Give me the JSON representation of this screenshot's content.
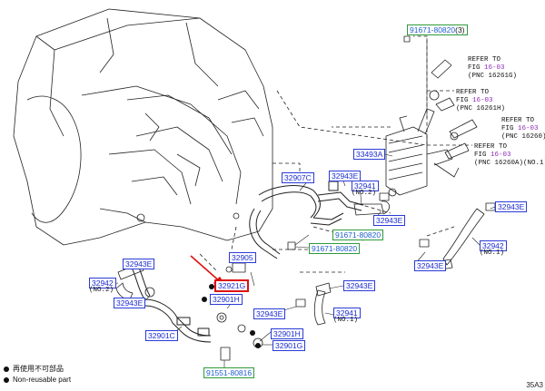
{
  "labels": {
    "p91671_80820_top": "91671-80820",
    "p91671_80820_top_suffix": "(3)",
    "p33493a": "33493A",
    "p32905": "32905",
    "p32907c": "32907C",
    "p32943e_a": "32943E",
    "p32941_upper": "32941",
    "p32941_upper_sub": "(NO.2)",
    "p32943e_b": "32943E",
    "p32943e_c": "32943E",
    "p91671_80820_mid": "91671-80820",
    "p91671_80820_lower": "91671-80820",
    "p32942_right": "32942",
    "p32942_right_sub": "(NO.1)",
    "p32943e_d": "32943E",
    "p32943e_left": "32943E",
    "p32942_left": "32942",
    "p32942_left_sub": "(NO.2)",
    "p32943e_left2": "32943E",
    "p32921g": "32921G",
    "p32901h_a": "32901H",
    "p32943e_e": "32943E",
    "p32941_lower": "32941",
    "p32941_lower_sub": "(NO.1)",
    "p32943e_f": "32943E",
    "p32901c": "32901C",
    "p32901h_b": "32901H",
    "p32901g": "32901G",
    "p91551_80816": "91551-80816"
  },
  "refer_notes": [
    {
      "line1": "REFER TO",
      "fig_prefix": "FIG ",
      "fig": "16-03",
      "pnc": "(PNC 16261G)"
    },
    {
      "line1": "REFER TO",
      "fig_prefix": "FIG ",
      "fig": "16-03",
      "pnc": "(PNC 16261H)"
    },
    {
      "line1": "REFER TO",
      "fig_prefix": "FIG ",
      "fig": "16-03",
      "pnc": "(PNC 16260)"
    },
    {
      "line1": "REFER TO",
      "fig_prefix": "FIG ",
      "fig": "16-03",
      "pnc": "(PNC 16260A)(NO.1)"
    }
  ],
  "legend": {
    "chinese": "再使用不可部品",
    "english": "Non-reusable part"
  },
  "figure_code": "35A3",
  "colors": {
    "label_border": "#2a3bd6",
    "label_text": "#1a2ad0",
    "green_border": "#2f9a3a",
    "highlight_red": "#e01010",
    "fig_purple": "#8b2ab5",
    "line": "#222222"
  }
}
